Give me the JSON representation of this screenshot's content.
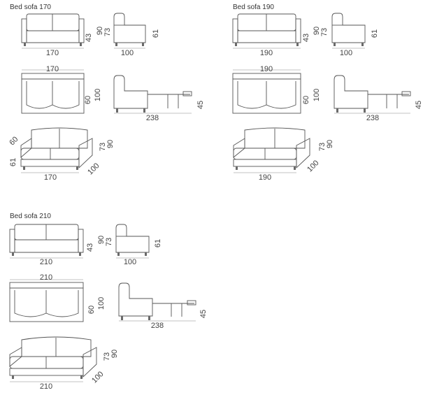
{
  "colors": {
    "line": "#555555",
    "text": "#444444",
    "background": "#ffffff"
  },
  "sections": [
    {
      "title": "Bed sofa 170",
      "front": {
        "width": "170",
        "height": "43",
        "total_height": "90",
        "back_height": "73"
      },
      "side": {
        "depth": "100",
        "seat_height": "61"
      },
      "top": {
        "width": "170",
        "depth_closed": "60",
        "depth_total": "100"
      },
      "bed": {
        "length": "238",
        "height": "45"
      },
      "persp": {
        "width": "170",
        "depth": "100",
        "height": "73",
        "total_height": "90",
        "dim_a": "60",
        "dim_b": "61"
      }
    },
    {
      "title": "Bed sofa 190",
      "front": {
        "width": "190",
        "height": "43",
        "total_height": "90",
        "back_height": "73"
      },
      "side": {
        "depth": "100",
        "seat_height": "61"
      },
      "top": {
        "width": "190",
        "depth_closed": "60",
        "depth_total": "100"
      },
      "bed": {
        "length": "238",
        "height": "45"
      },
      "persp": {
        "width": "190",
        "depth": "100",
        "height": "73",
        "total_height": "90"
      }
    },
    {
      "title": "Bed sofa 210",
      "front": {
        "width": "210",
        "height": "43",
        "total_height": "90",
        "back_height": "73"
      },
      "side": {
        "depth": "100",
        "seat_height": "61"
      },
      "top": {
        "width": "210",
        "depth_closed": "60",
        "depth_total": "100"
      },
      "bed": {
        "length": "238",
        "height": "45"
      },
      "persp": {
        "width": "210",
        "depth": "100",
        "height": "73",
        "total_height": "90"
      }
    }
  ]
}
